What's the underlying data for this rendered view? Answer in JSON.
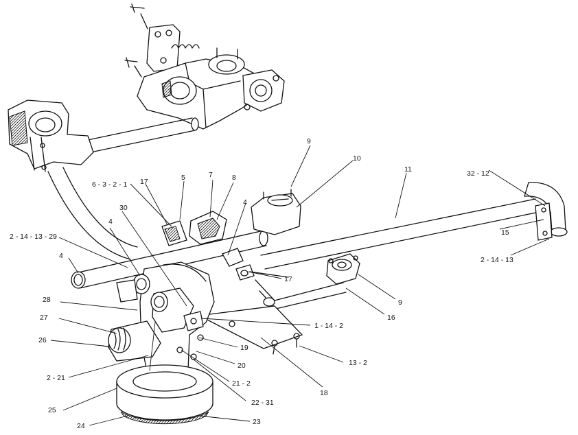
{
  "callouts": [
    "9",
    "10",
    "11",
    "32 - 12",
    "6 - 3 - 2 - 1",
    "17",
    "5",
    "7",
    "8",
    "4",
    "30",
    "4",
    "2 - 14 - 13 - 29",
    "4",
    "28",
    "27",
    "26",
    "2 - 21",
    "25",
    "24",
    "15",
    "2 - 14 - 13",
    "17",
    "9",
    "16",
    "1 - 14 - 2",
    "19",
    "20",
    "21 - 2",
    "22 - 31",
    "23",
    "18",
    "13 - 2"
  ]
}
